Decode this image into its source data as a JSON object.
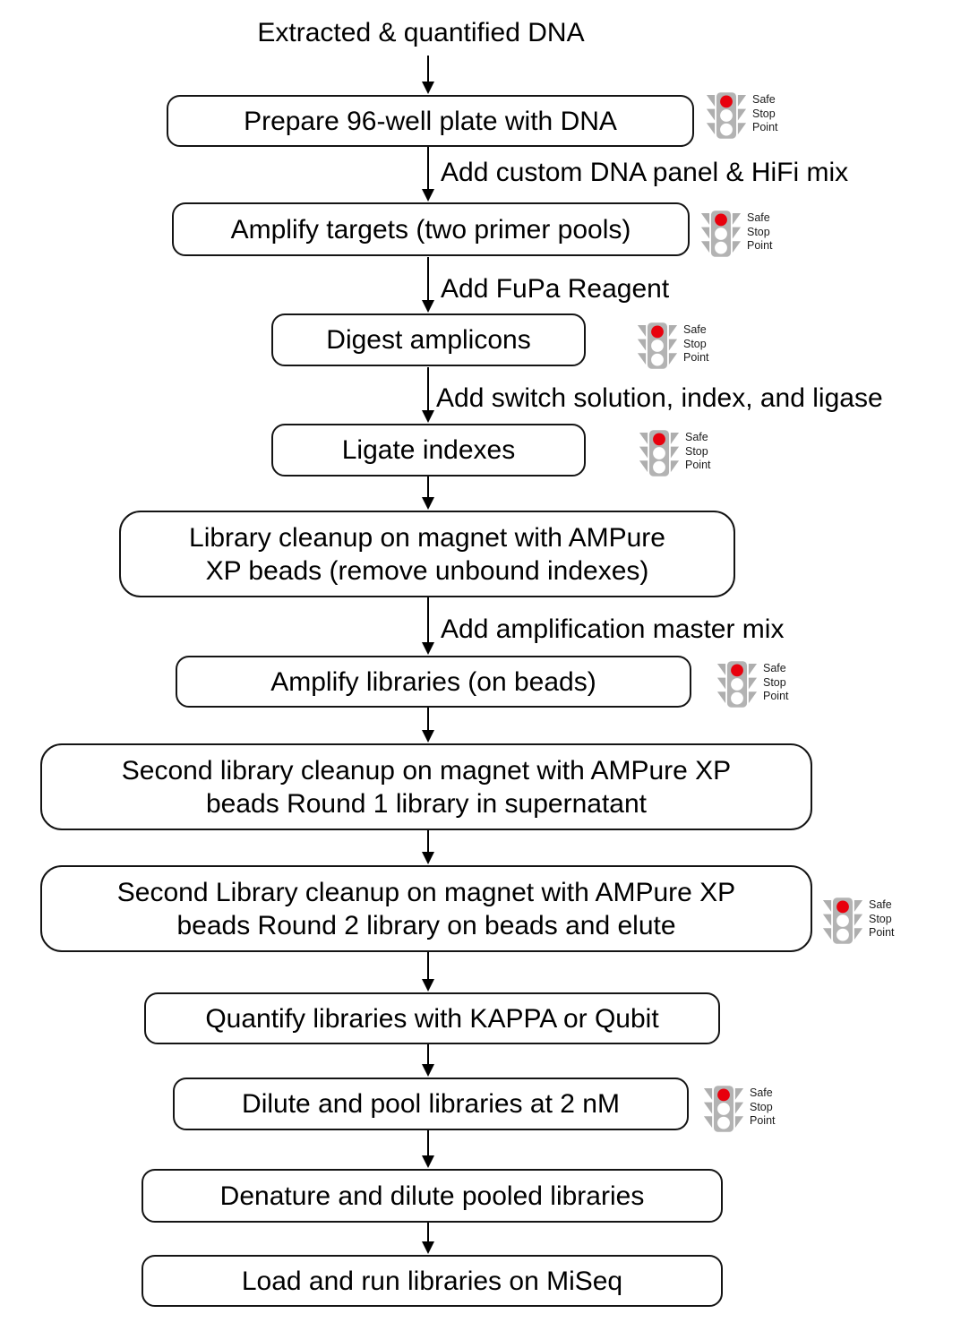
{
  "flowchart": {
    "start_label": "Extracted & quantified DNA",
    "safe_stop_label": {
      "line1": "Safe",
      "line2": "Stop",
      "line3": "Point"
    },
    "colors": {
      "signal_red": "#e8000d",
      "light_gray": "#b3b3b3",
      "wing_gray": "#aeaeae",
      "line_black": "#000000"
    },
    "edge_labels": [
      "Add custom DNA panel & HiFi mix",
      "Add FuPa Reagent",
      "Add switch solution, index, and ligase",
      "Add amplification master mix"
    ],
    "steps": [
      {
        "lines": [
          "Prepare 96-well plate with DNA"
        ],
        "safe_stop": true
      },
      {
        "lines": [
          "Amplify targets (two primer pools)"
        ],
        "safe_stop": true
      },
      {
        "lines": [
          "Digest amplicons"
        ],
        "safe_stop": true
      },
      {
        "lines": [
          "Ligate indexes"
        ],
        "safe_stop": true
      },
      {
        "lines": [
          "Library cleanup on magnet with AMPure",
          "XP beads (remove unbound indexes)"
        ],
        "safe_stop": false
      },
      {
        "lines": [
          "Amplify libraries (on beads)"
        ],
        "safe_stop": true
      },
      {
        "lines": [
          "Second library cleanup on magnet with AMPure XP",
          "beads Round 1 library in supernatant"
        ],
        "safe_stop": false
      },
      {
        "lines": [
          "Second Library cleanup on magnet with AMPure XP",
          "beads Round 2 library on beads and elute"
        ],
        "safe_stop": true
      },
      {
        "lines": [
          "Quantify libraries with KAPPA or Qubit"
        ],
        "safe_stop": false
      },
      {
        "lines": [
          "Dilute and pool libraries at 2 nM"
        ],
        "safe_stop": true
      },
      {
        "lines": [
          "Denature and dilute pooled libraries"
        ],
        "safe_stop": false
      },
      {
        "lines": [
          "Load and run libraries on MiSeq"
        ],
        "safe_stop": false
      }
    ]
  }
}
